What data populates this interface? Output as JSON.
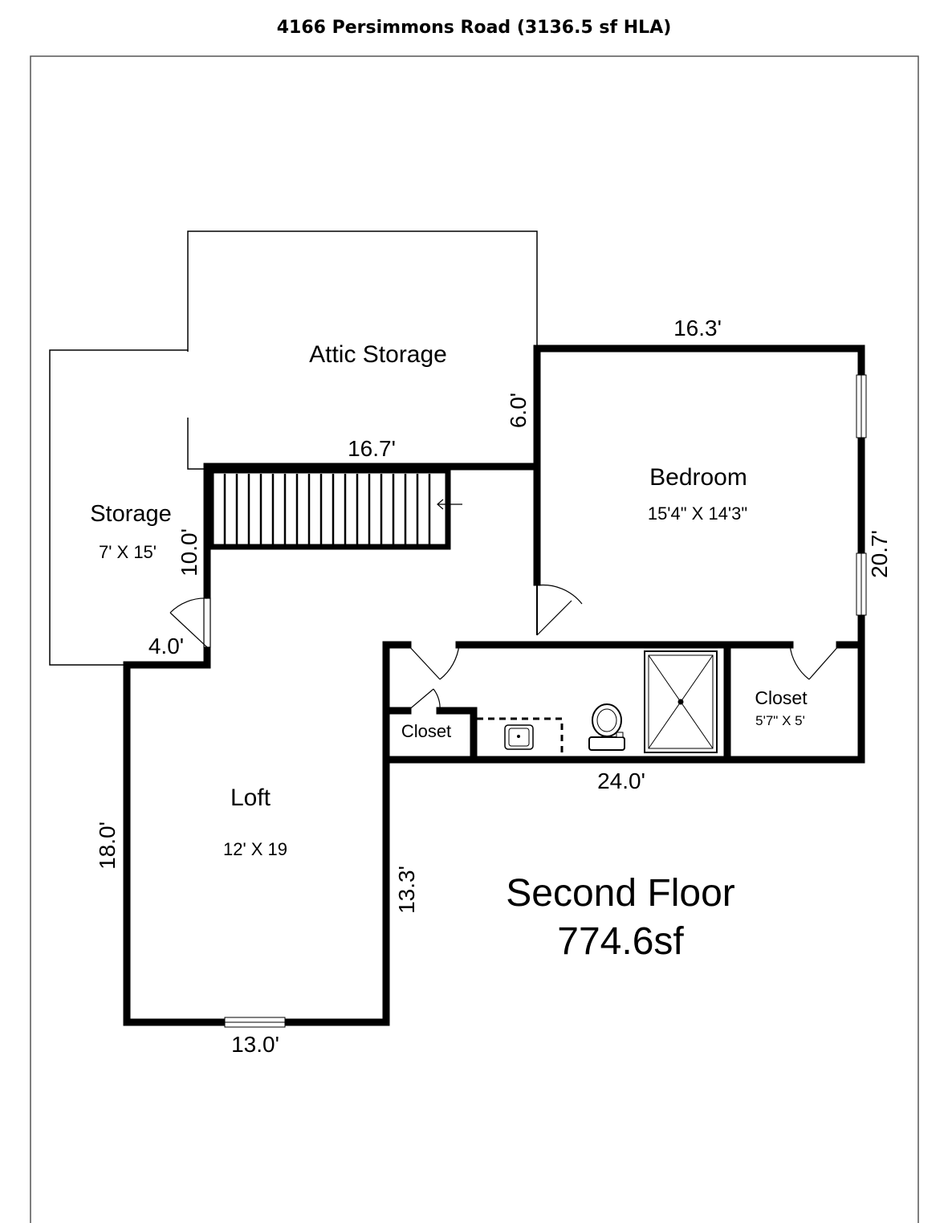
{
  "title": "4166 Persimmons Road (3136.5 sf HLA)",
  "floor": {
    "name": "Second Floor",
    "area": "774.6sf"
  },
  "rooms": {
    "attic": {
      "name": "Attic Storage"
    },
    "storage": {
      "name": "Storage",
      "size": "7' X 15'"
    },
    "bedroom": {
      "name": "Bedroom",
      "size": "15'4\" X 14'3\""
    },
    "loft": {
      "name": "Loft",
      "size": "12' X 19"
    },
    "closet_bath": {
      "name": "Closet"
    },
    "closet_bed": {
      "name": "Closet",
      "size": "5'7\" X 5'"
    }
  },
  "dimensions": {
    "bed_top": "16.3'",
    "stair_top": "16.7'",
    "attic_side": "6.0'",
    "stair_side": "10.0'",
    "step": "4.0'",
    "bed_right": "20.7'",
    "bath_bottom": "24.0'",
    "loft_left": "18.0'",
    "loft_right": "13.3'",
    "loft_bottom": "13.0'"
  },
  "colors": {
    "wall": "#000000",
    "background": "#ffffff",
    "frame": "#555555"
  }
}
